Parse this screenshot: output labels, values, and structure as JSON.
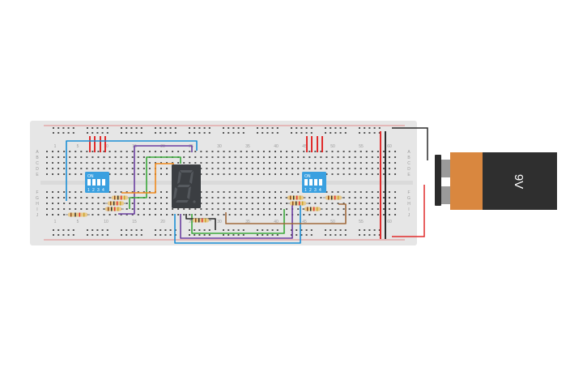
{
  "breadboard": {
    "column_numbers": [
      "1",
      "5",
      "10",
      "15",
      "20",
      "25",
      "30",
      "35",
      "40",
      "45",
      "50",
      "55",
      "60"
    ],
    "row_letters_top": [
      "A",
      "B",
      "C",
      "D",
      "E"
    ],
    "row_letters_bottom": [
      "F",
      "G",
      "H",
      "I",
      "J"
    ]
  },
  "dip_switch": {
    "on_label": "ON",
    "positions": [
      "1",
      "2",
      "3",
      "4"
    ]
  },
  "battery": {
    "voltage_label": "9V"
  },
  "colors": {
    "board": "#e6e6e6",
    "hole": "#555555",
    "rail_red": "#e02c2c",
    "rail_black": "#2b2b2b",
    "wire_blue": "#1b8fd6",
    "wire_purple": "#6b3fa0",
    "wire_green": "#3aa83a",
    "wire_orange": "#f08a1c",
    "wire_brown": "#a06a3c",
    "dip_blue": "#3aa0e0",
    "seven_segment": "#3b3e42",
    "battery_copper": "#d9873f",
    "battery_black": "#2f2f2f"
  }
}
